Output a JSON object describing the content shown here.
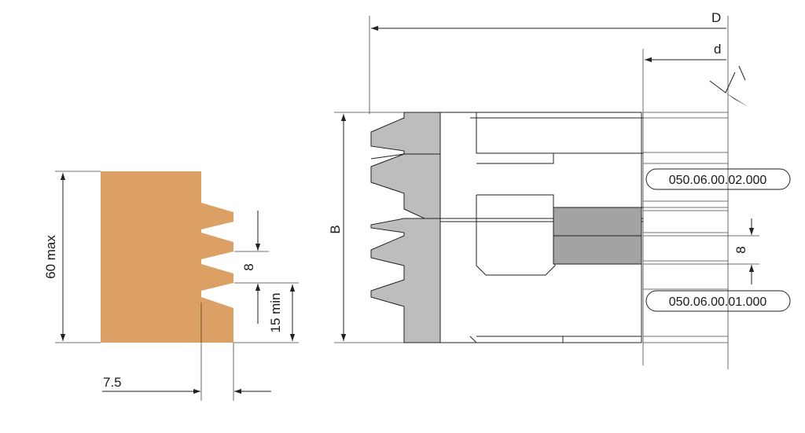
{
  "profile_labels": {
    "height": "60 max",
    "tooth_pitch": "8",
    "min_depth": "15 min",
    "width": "7.5"
  },
  "cutter_labels": {
    "outer_diameter": "D",
    "inner_diameter": "d",
    "height": "B",
    "pitch": "8"
  },
  "part_numbers": {
    "upper": "050.06.00.02.000",
    "lower": "050.06.00.01.000"
  },
  "colors": {
    "profile_fill": "#dca064",
    "blade_fill": "#bdbdbd",
    "spacer_fill": "#a3a3a3",
    "line": "#222222"
  }
}
